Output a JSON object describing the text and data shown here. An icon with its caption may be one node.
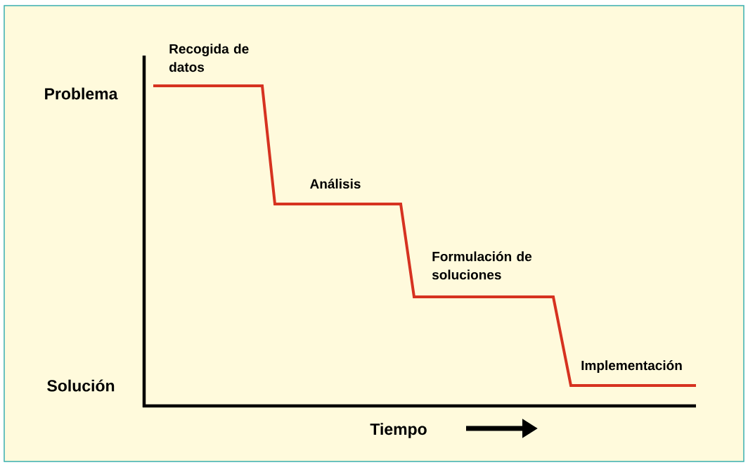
{
  "diagram": {
    "labels": [
      "Recogida de datos",
      "Problema",
      "Análisis",
      "Formulación de soluciones",
      "Implementación",
      "Solución",
      "Tiempo"
    ]
  }
}
